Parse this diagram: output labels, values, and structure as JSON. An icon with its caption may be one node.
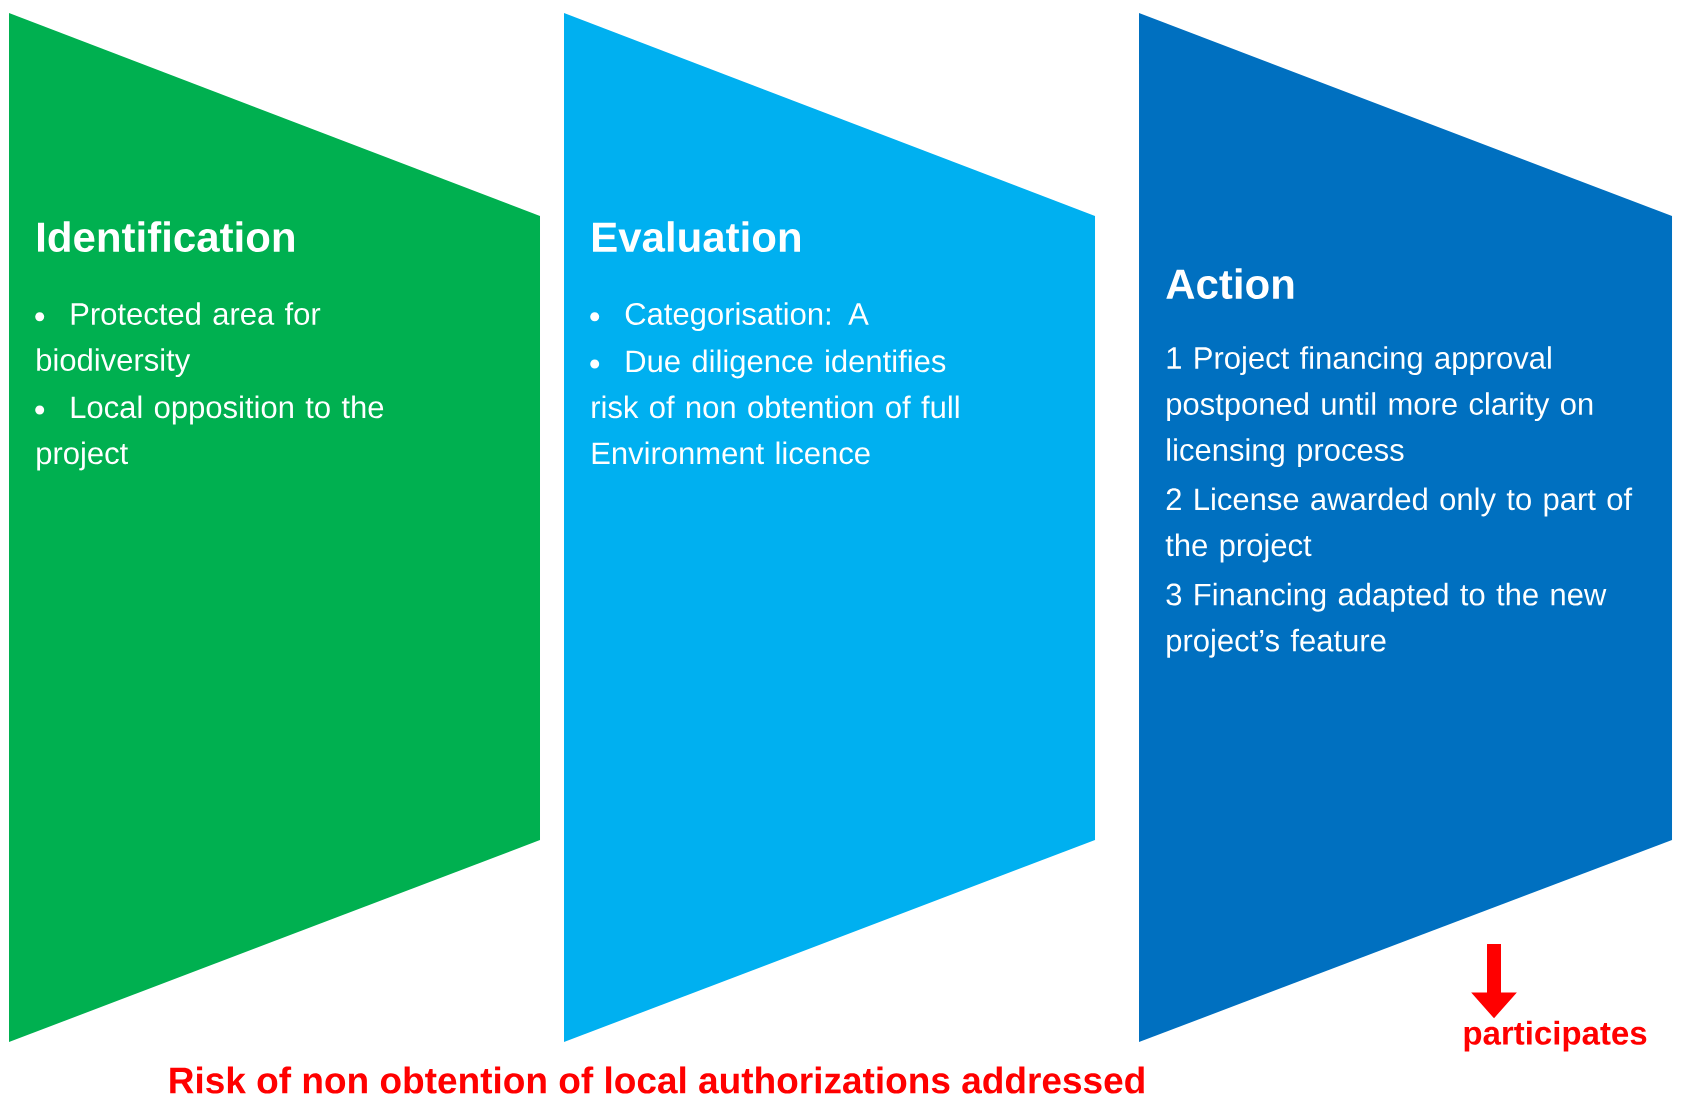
{
  "diagram": {
    "nodes": [
      {
        "text": [
          "Identification",
          "Protected area for biodiversity",
          "Local opposition to the project"
        ]
      },
      {
        "text": [
          "Evaluation",
          "Categorisation: A",
          "Due diligence identifies risk of non obtention of full Environment licence"
        ]
      },
      {
        "text": [
          "Action",
          "1 Project financing approval postponed until more clarity on licensing process",
          "2 License awarded only to part of the project",
          "3 Financing adapted to the new project’s feature"
        ]
      },
      {
        "text": [
          "participates"
        ]
      }
    ],
    "edges": [
      {
        "from": null,
        "to": 3,
        "arrow": "to",
        "color": "#ff0000"
      }
    ],
    "labels": [
      "Risk of non obtention of local authorizations addressed"
    ]
  }
}
